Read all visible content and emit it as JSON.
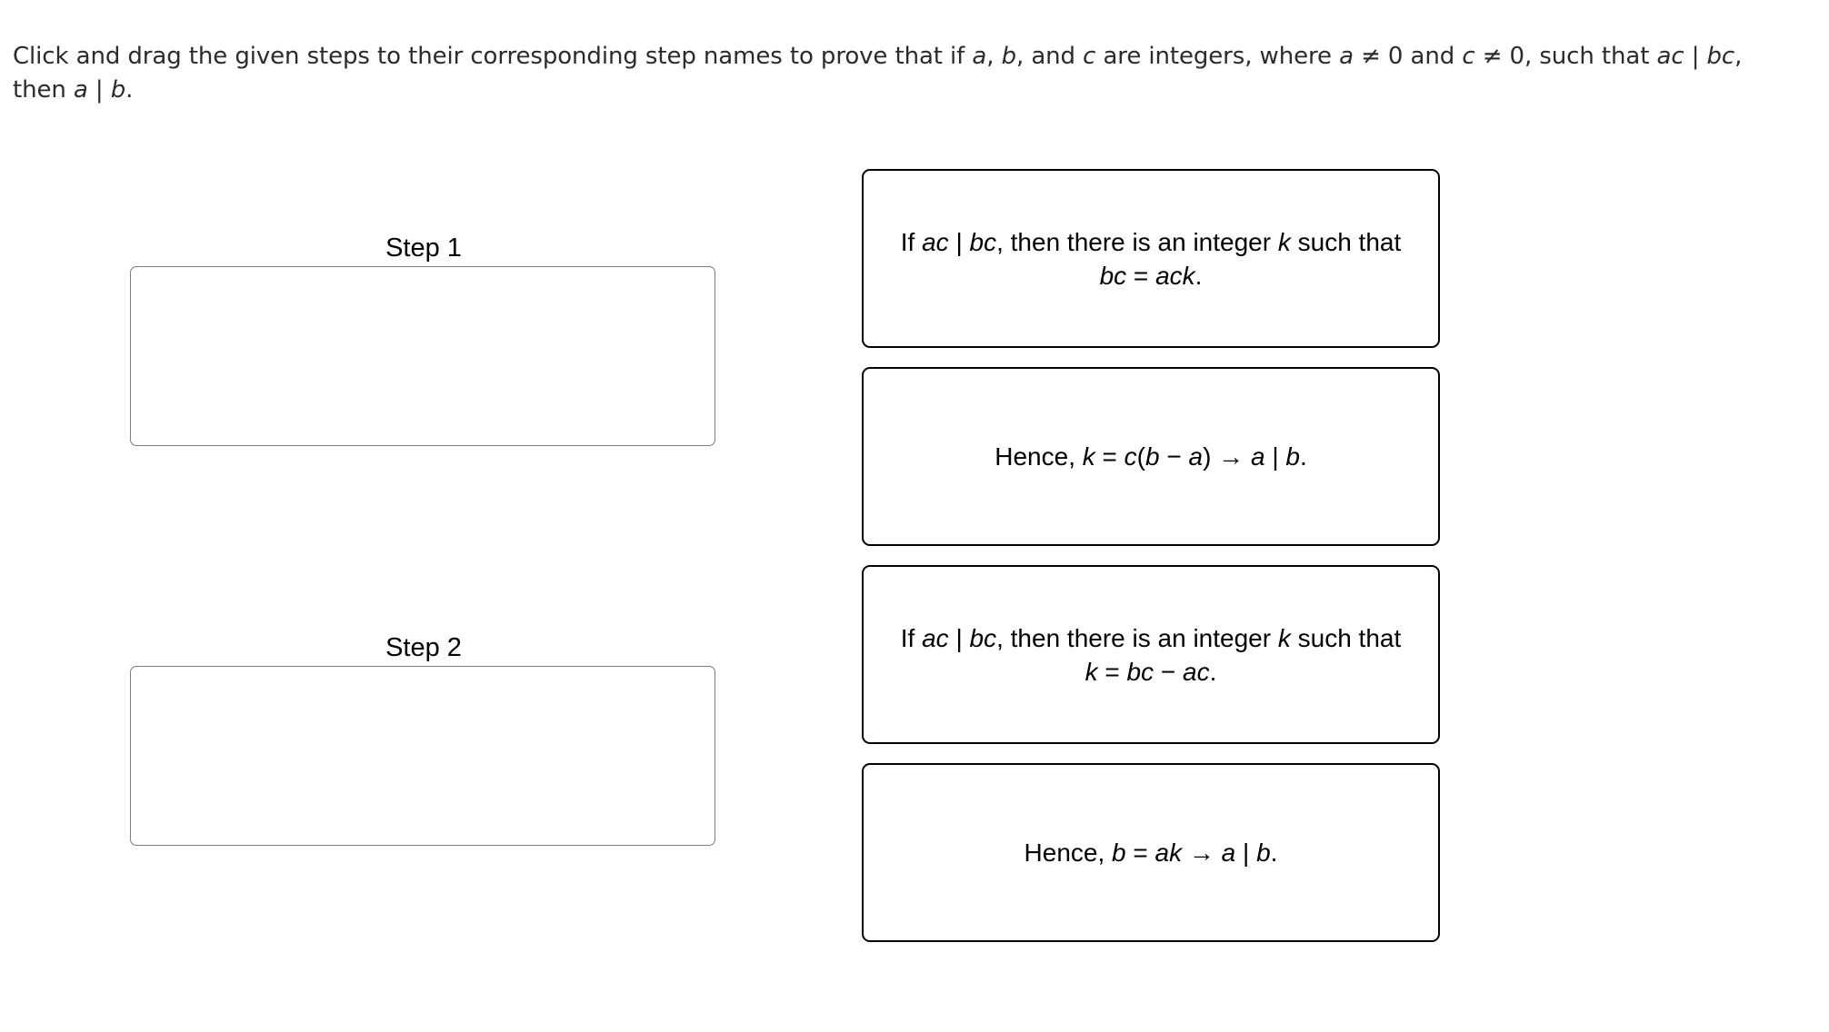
{
  "prompt": {
    "line1_part1": "Click and drag the given steps to their corresponding step names to prove that  if ",
    "var_a": "a",
    "sep1": ", ",
    "var_b": "b",
    "sep2": ", and ",
    "var_c": "c",
    "line1_part2": " are integers, where ",
    "cond1_var": "a",
    "cond1_rel": " ≠ 0",
    "line1_part3": " and ",
    "cond2_var": "c",
    "cond2_rel": " ≠ 0",
    "line1_part4": ", such",
    "line2_part1": "that ",
    "line2_expr1": "ac",
    "line2_div1": " | ",
    "line2_expr2": "bc",
    "line2_part2": ", then ",
    "line2_expr3": "a",
    "line2_div2": " | ",
    "line2_expr4": "b",
    "line2_part3": ".",
    "full_text": "Click and drag the given steps to their corresponding step names to prove that  if a, b, and c are integers, where a ≠ 0 and c ≠ 0, such that ac | bc, then a | b."
  },
  "steps": [
    {
      "label": "Step 1",
      "placeholder": ""
    },
    {
      "label": "Step 2",
      "placeholder": ""
    }
  ],
  "cards": [
    {
      "id": "card-1",
      "full_text": "If ac | bc, then there is an integer k such that bc = ack.",
      "t1": "If ",
      "m1": "ac",
      "d1": " | ",
      "m2": "bc",
      "t2": ", then there is an integer ",
      "m3": "k",
      "t3": " such that ",
      "m4": "bc",
      "t4": " = ",
      "m5": "ack",
      "t5": "."
    },
    {
      "id": "card-2",
      "full_text": "Hence, k = c(b − a) → a | b.",
      "t1": "Hence, ",
      "m1": "k",
      "t2": " = ",
      "m2": "c",
      "t3": "(",
      "m3": "b",
      "t4": " − ",
      "m4": "a",
      "t5": ")",
      "arrow": " → ",
      "m5": "a",
      "d1": " | ",
      "m6": "b",
      "t6": "."
    },
    {
      "id": "card-3",
      "full_text": "If ac | bc, then there is an integer k such that k = bc − ac.",
      "t1": "If ",
      "m1": "ac",
      "d1": " | ",
      "m2": "bc",
      "t2": ", then there is an integer ",
      "m3": "k",
      "t3": " such that ",
      "m4": "k",
      "t4": " = ",
      "m5": "bc",
      "t5": " − ",
      "m6": "ac",
      "t6": "."
    },
    {
      "id": "card-4",
      "full_text": "Hence, b = ak → a | b.",
      "t1": "Hence, ",
      "m1": "b",
      "t2": " = ",
      "m2": "ak",
      "arrow": " → ",
      "m3": "a",
      "d1": " | ",
      "m4": "b",
      "t3": "."
    }
  ],
  "colors": {
    "page_background": "#ffffff",
    "prompt_text": "#2b2b2b",
    "card_border": "#000000",
    "card_text": "#000000",
    "dropzone_border": "#7d7d7d"
  }
}
